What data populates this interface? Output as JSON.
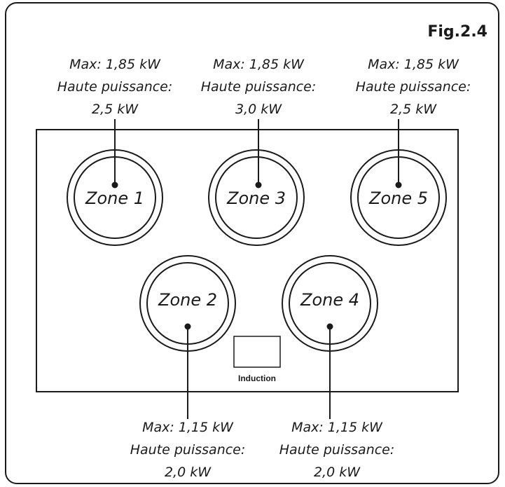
{
  "figure_label": "Fig.2.4",
  "hob_badge": "Induction",
  "zones": [
    {
      "name": "Zone 1",
      "max": "Max: 1,85 kW",
      "boost_label": "Haute puissance:",
      "boost_value": "2,5 kW"
    },
    {
      "name": "Zone 3",
      "max": "Max: 1,85 kW",
      "boost_label": "Haute puissance:",
      "boost_value": "3,0 kW"
    },
    {
      "name": "Zone 5",
      "max": "Max: 1,85 kW",
      "boost_label": "Haute puissance:",
      "boost_value": "2,5 kW"
    },
    {
      "name": "Zone 2",
      "max": "Max: 1,15 kW",
      "boost_label": "Haute puissance:",
      "boost_value": "2,0 kW"
    },
    {
      "name": "Zone 4",
      "max": "Max: 1,15 kW",
      "boost_label": "Haute puissance:",
      "boost_value": "2,0 kW"
    }
  ]
}
